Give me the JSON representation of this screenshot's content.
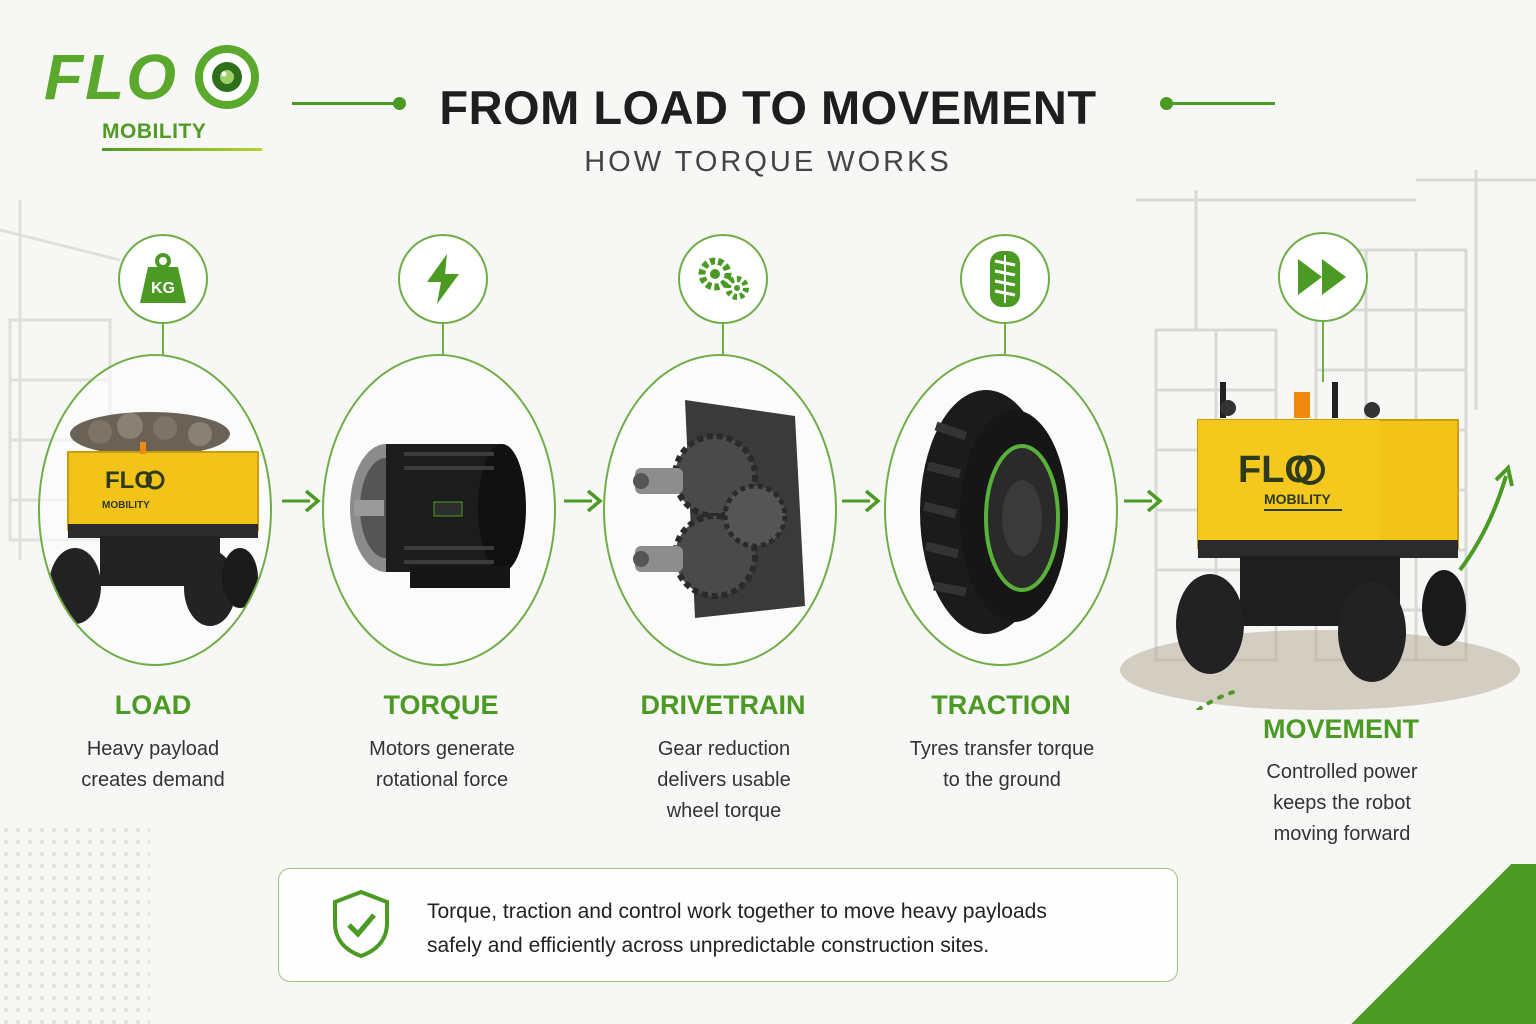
{
  "brand": {
    "logo_text": "FLO",
    "logo_sub": "MOBILITY"
  },
  "header": {
    "title": "FROM LOAD TO MOVEMENT",
    "subtitle": "HOW TORQUE WORKS"
  },
  "steps": [
    {
      "label": "LOAD",
      "desc_lines": [
        "Heavy payload",
        "creates demand"
      ],
      "icon": "kg-weight-icon",
      "badge_text": "KG"
    },
    {
      "label": "TORQUE",
      "desc_lines": [
        "Motors generate",
        "rotational force"
      ],
      "icon": "lightning-bolt-icon"
    },
    {
      "label": "DRIVETRAIN",
      "desc_lines": [
        "Gear reduction",
        "delivers usable",
        "wheel torque"
      ],
      "icon": "gears-icon"
    },
    {
      "label": "TRACTION",
      "desc_lines": [
        "Tyres transfer torque",
        "to the ground"
      ],
      "icon": "tyre-icon"
    },
    {
      "label": "MOVEMENT",
      "desc_lines": [
        "Controlled power",
        "keeps the robot",
        "moving forward"
      ],
      "icon": "fast-forward-icon"
    }
  ],
  "callout": {
    "lines": [
      "Torque, traction and control work together to move heavy payloads",
      "safely and efficiently across unpredictable construction sites."
    ],
    "icon": "shield-check-icon"
  },
  "colors": {
    "accent": "#4b9a23",
    "accent_light": "#6fae47",
    "robot_yellow": "#f2c318",
    "dark": "#1e1e1e"
  }
}
